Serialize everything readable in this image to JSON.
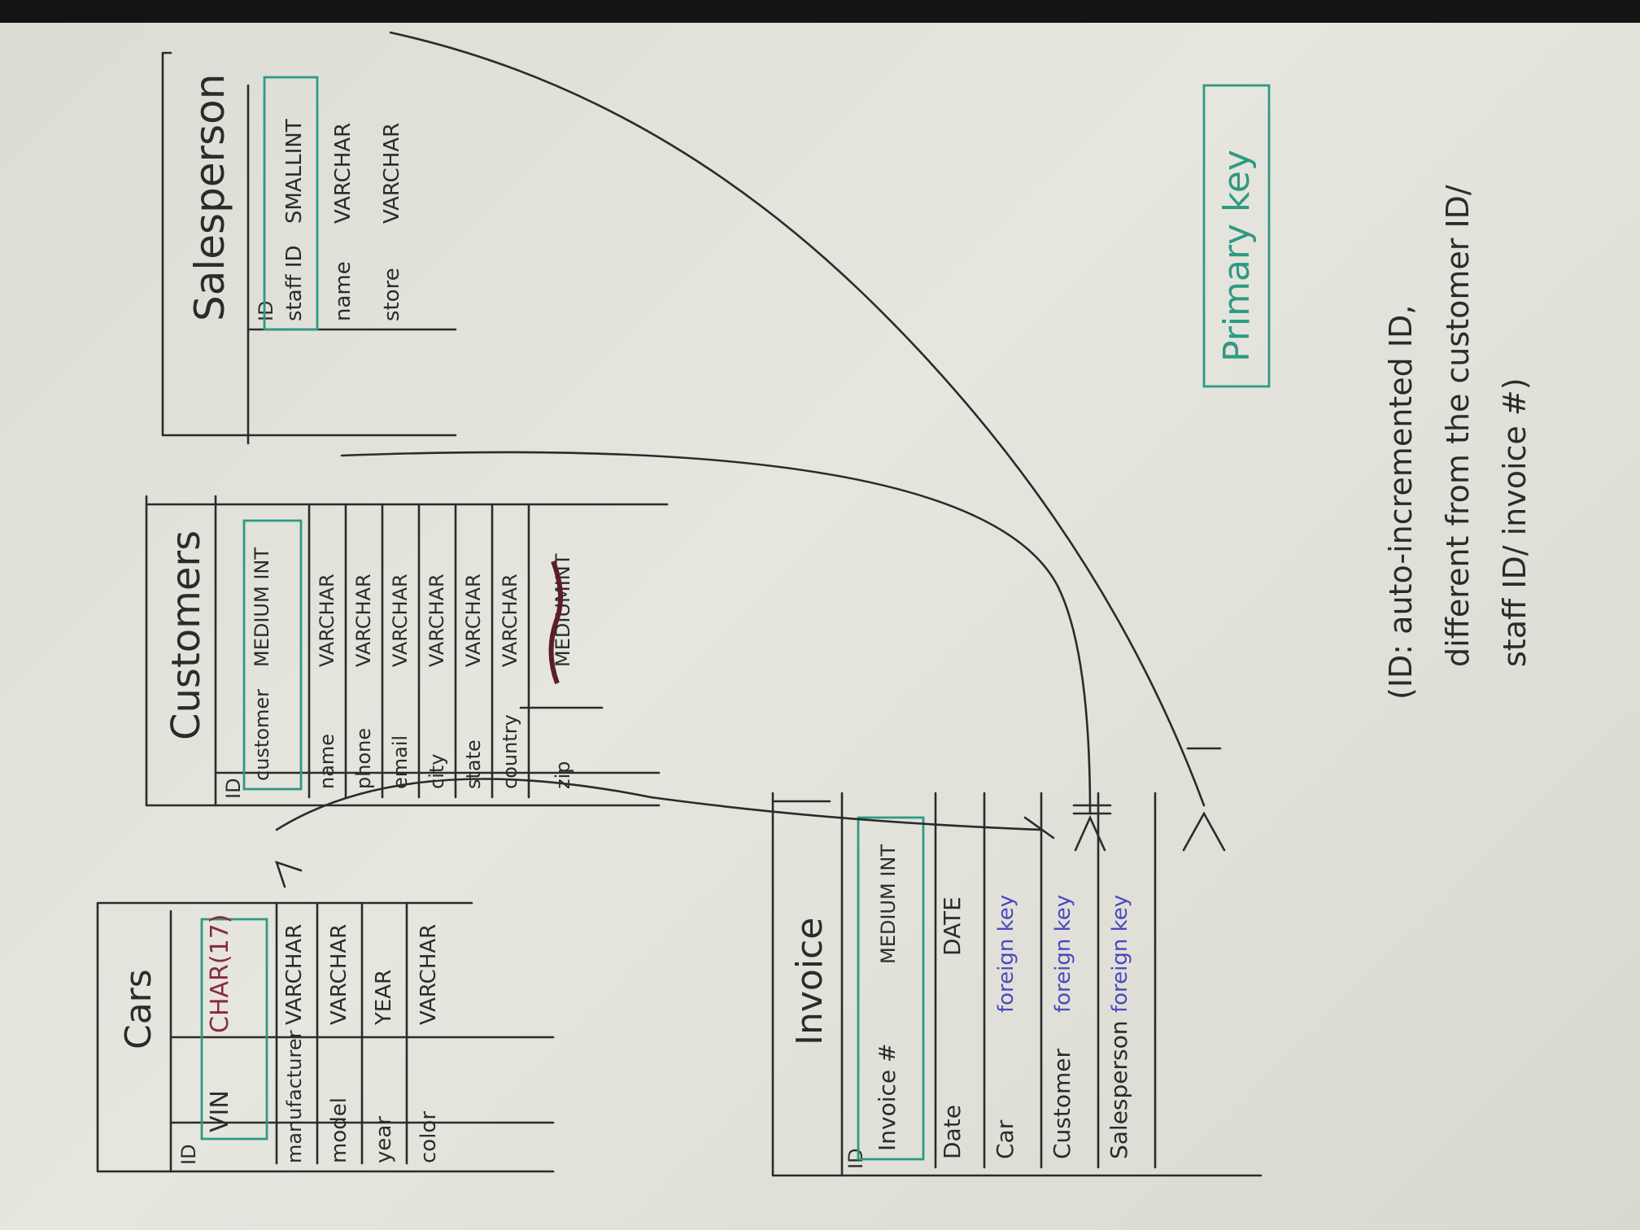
{
  "tables": {
    "cars": {
      "title": "Cars",
      "id_label": "ID",
      "rows": [
        {
          "field": "VIN",
          "type": "CHAR(17)"
        },
        {
          "field": "manufacturer",
          "type": "VARCHAR"
        },
        {
          "field": "model",
          "type": "VARCHAR"
        },
        {
          "field": "year",
          "type": "YEAR"
        },
        {
          "field": "color",
          "type": "VARCHAR"
        }
      ]
    },
    "customers": {
      "title": "Customers",
      "id_label": "ID",
      "rows": [
        {
          "field": "customer",
          "type": "MEDIUM INT"
        },
        {
          "field": "name",
          "type": "VARCHAR"
        },
        {
          "field": "phone",
          "type": "VARCHAR"
        },
        {
          "field": "email",
          "type": "VARCHAR"
        },
        {
          "field": "city",
          "type": "VARCHAR"
        },
        {
          "field": "state",
          "type": "VARCHAR"
        },
        {
          "field": "country",
          "type": "VARCHAR"
        },
        {
          "field": "zip",
          "type": "MEDIUMINT"
        }
      ]
    },
    "salesperson": {
      "title": "Salesperson",
      "id_label": "ID",
      "rows": [
        {
          "field": "staff ID",
          "type": "SMALLINT"
        },
        {
          "field": "name",
          "type": "VARCHAR"
        },
        {
          "field": "store",
          "type": "VARCHAR"
        }
      ]
    },
    "invoice": {
      "title": "Invoice",
      "id_label": "ID",
      "rows": [
        {
          "field": "Invoice #",
          "type": "MEDIUM INT"
        },
        {
          "field": "Date",
          "type": "DATE"
        },
        {
          "field": "Car",
          "type": "foreign key"
        },
        {
          "field": "Customer",
          "type": "foreign key"
        },
        {
          "field": "Salesperson",
          "type": "foreign key"
        }
      ]
    }
  },
  "legend": {
    "primary_key_label": "Primary key"
  },
  "note": {
    "line1": "(ID: auto-incremented ID,",
    "line2": "different from the customer ID/",
    "line3": "staff ID/ invoice #)"
  },
  "colors": {
    "ink": "#2b2b2b",
    "primary_key_box": "#2e9a84",
    "foreign_key_text": "#4a48c0"
  }
}
